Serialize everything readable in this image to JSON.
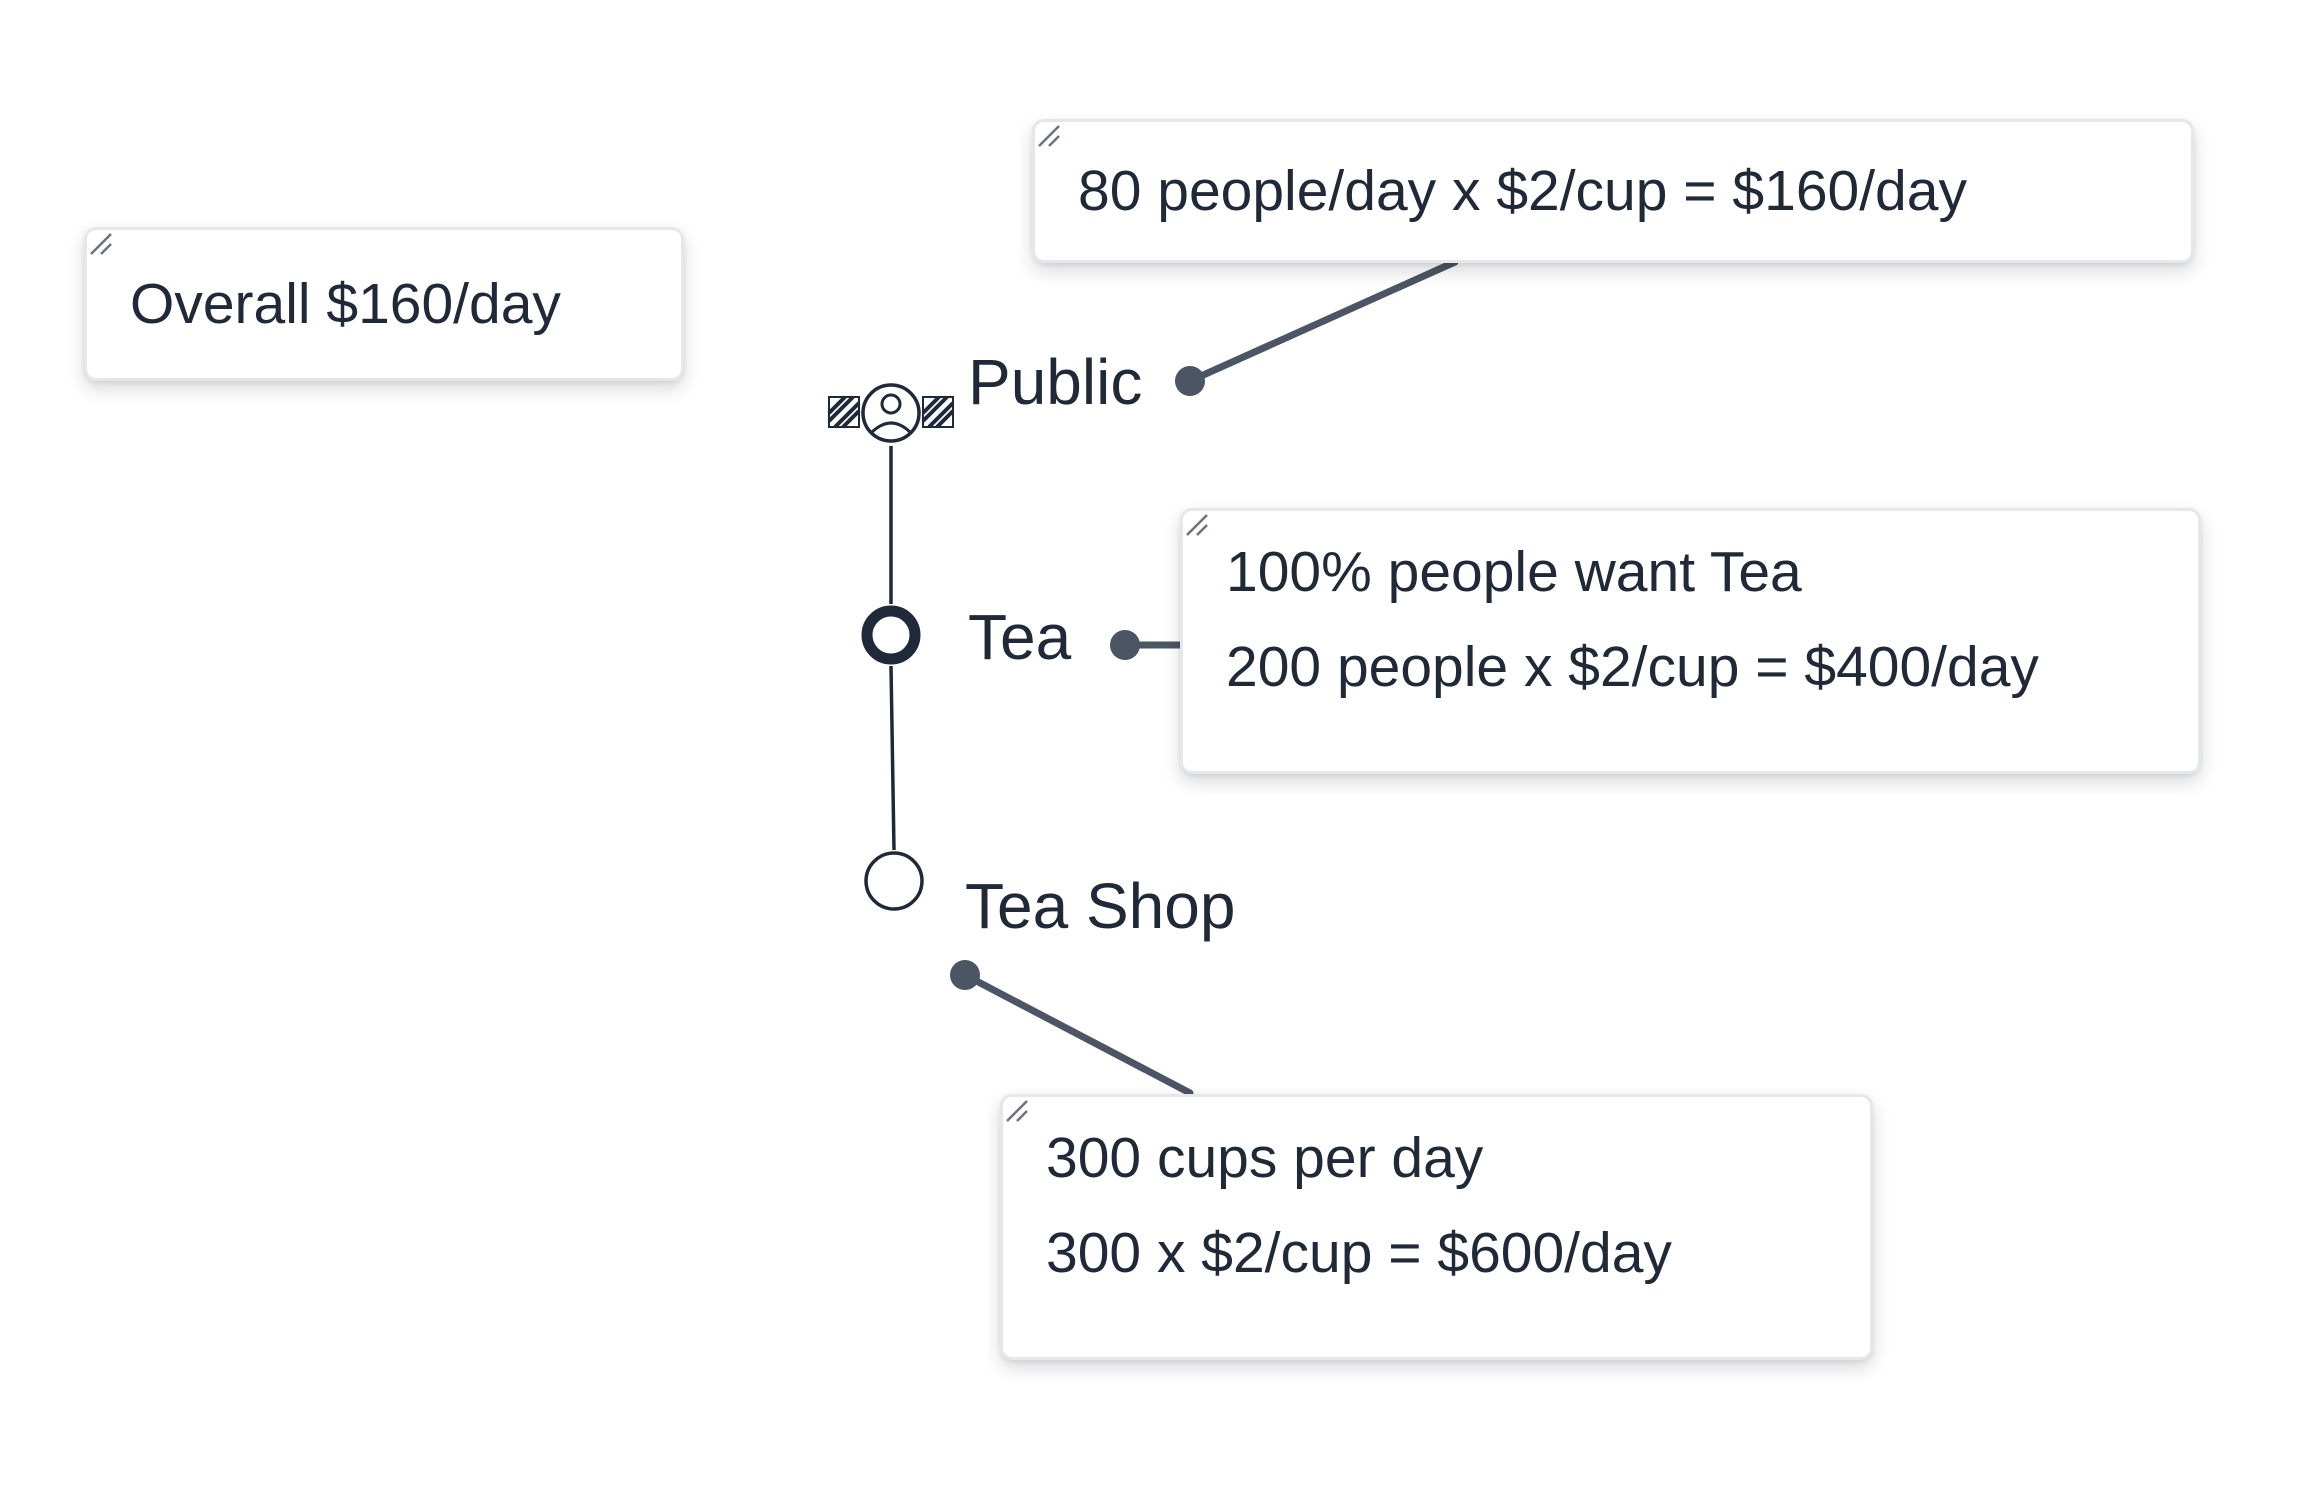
{
  "notes": {
    "overall": {
      "text": "Overall $160/day"
    },
    "public": {
      "text": "80 people/day x $2/cup = $160/day"
    },
    "tea": {
      "lines": [
        "100% people want Tea",
        "200 people x $2/cup = $400/day"
      ]
    },
    "tea_shop": {
      "lines": [
        "300 cups per day",
        "300 x $2/cup = $600/day"
      ]
    }
  },
  "nodes": {
    "public": {
      "label": "Public",
      "icon": "user-circle-icon"
    },
    "tea": {
      "label": "Tea",
      "icon": "ring-node-icon"
    },
    "tea_shop": {
      "label": "Tea Shop",
      "icon": "empty-circle-icon"
    }
  },
  "colors": {
    "connector": "#4b5563",
    "text": "#1f2937",
    "note_border": "#e5e7eb",
    "node_stroke": "#1f2937"
  }
}
